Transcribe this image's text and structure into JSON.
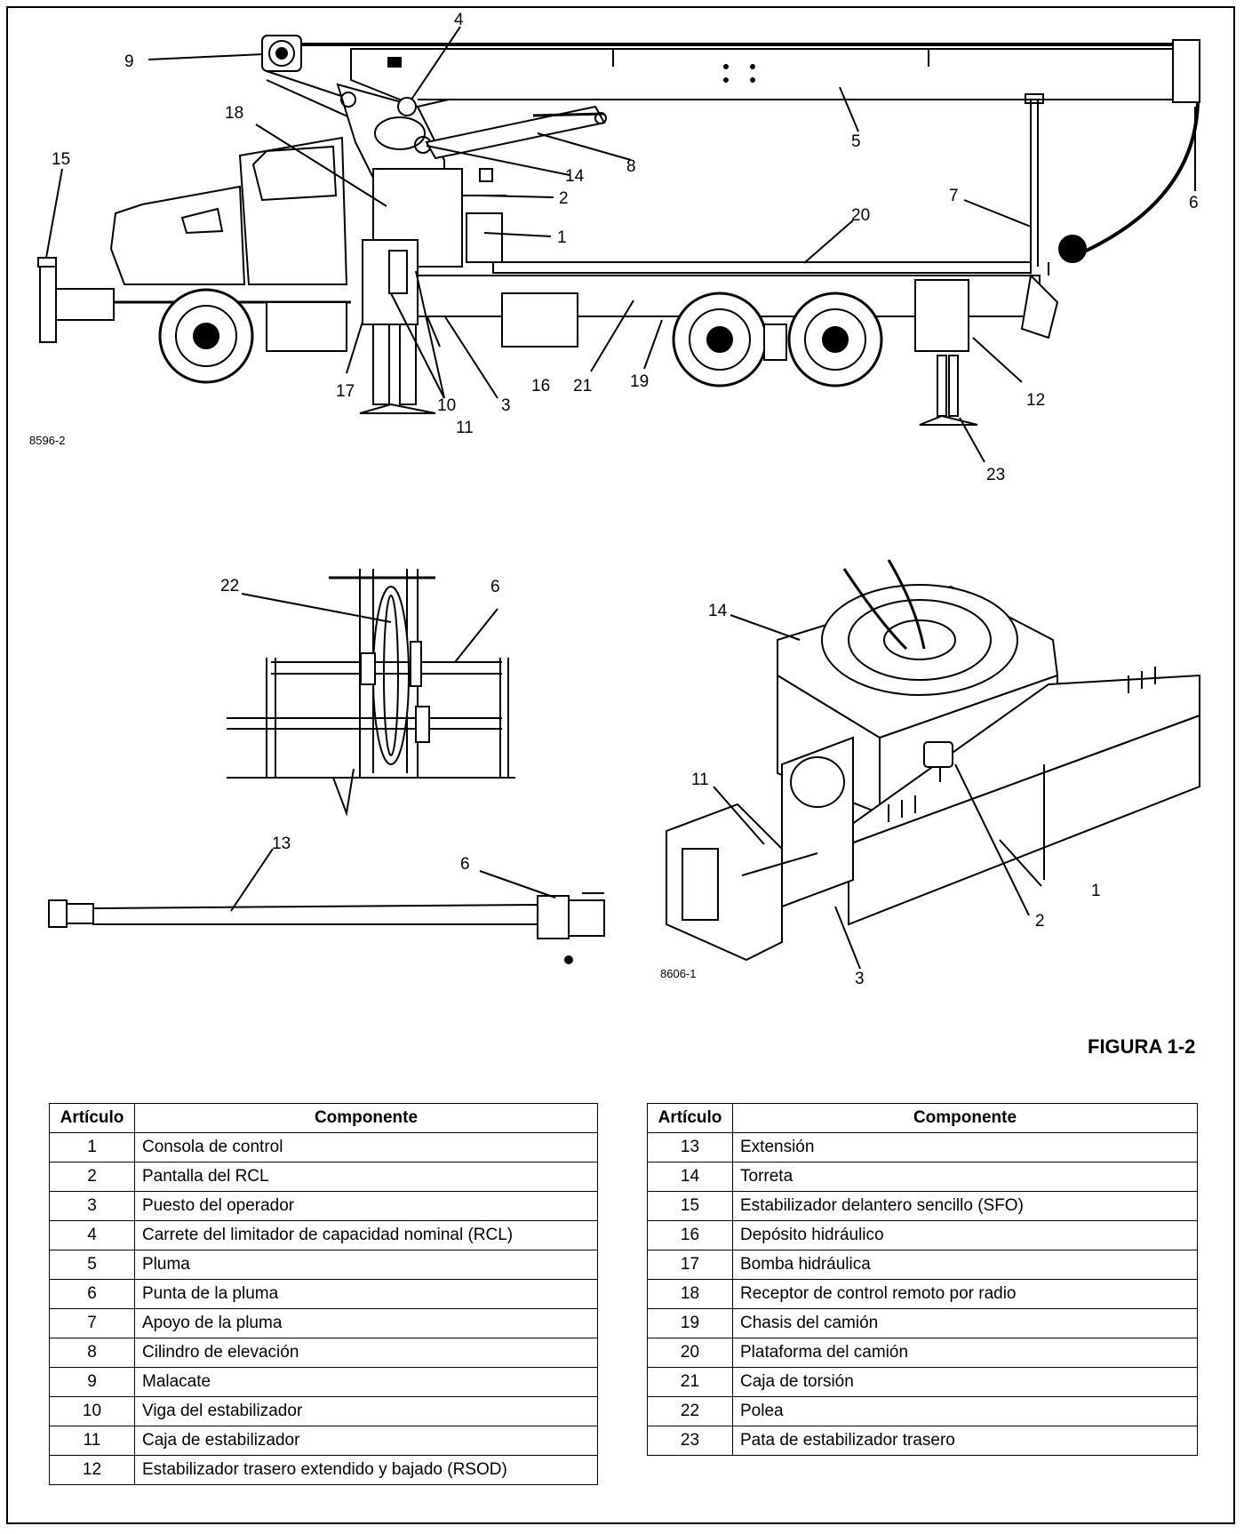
{
  "figure": {
    "title": "FIGURA 1-2",
    "drawing_id_top": "8596-2",
    "drawing_id_bottom": "8606-1"
  },
  "callouts": {
    "c1": "1",
    "c2": "2",
    "c3": "3",
    "c4": "4",
    "c5": "5",
    "c6": "6",
    "c7": "7",
    "c8": "8",
    "c9": "9",
    "c10": "10",
    "c11": "11",
    "c12": "12",
    "c13": "13",
    "c14": "14",
    "c15": "15",
    "c16": "16",
    "c17": "17",
    "c18": "18",
    "c19": "19",
    "c20": "20",
    "c21": "21",
    "c22": "22",
    "c23": "23"
  },
  "legend": {
    "header_item": "Artículo",
    "header_component": "Componente",
    "left": [
      {
        "item": "1",
        "component": "Consola de control"
      },
      {
        "item": "2",
        "component": "Pantalla del RCL"
      },
      {
        "item": "3",
        "component": "Puesto del operador"
      },
      {
        "item": "4",
        "component": "Carrete del limitador de capacidad nominal (RCL)"
      },
      {
        "item": "5",
        "component": "Pluma"
      },
      {
        "item": "6",
        "component": "Punta de la pluma"
      },
      {
        "item": "7",
        "component": "Apoyo de la pluma"
      },
      {
        "item": "8",
        "component": "Cilindro de elevación"
      },
      {
        "item": "9",
        "component": "Malacate"
      },
      {
        "item": "10",
        "component": "Viga del estabilizador"
      },
      {
        "item": "11",
        "component": "Caja de estabilizador"
      },
      {
        "item": "12",
        "component": "Estabilizador trasero extendido y bajado (RSOD)"
      }
    ],
    "right": [
      {
        "item": "13",
        "component": "Extensión"
      },
      {
        "item": "14",
        "component": "Torreta"
      },
      {
        "item": "15",
        "component": "Estabilizador delantero sencillo (SFO)"
      },
      {
        "item": "16",
        "component": "Depósito hidráulico"
      },
      {
        "item": "17",
        "component": "Bomba hidráulica"
      },
      {
        "item": "18",
        "component": "Receptor de control remoto por radio"
      },
      {
        "item": "19",
        "component": "Chasis del camión"
      },
      {
        "item": "20",
        "component": "Plataforma del camión"
      },
      {
        "item": "21",
        "component": "Caja de torsión"
      },
      {
        "item": "22",
        "component": "Polea"
      },
      {
        "item": "23",
        "component": "Pata de estabilizador trasero"
      }
    ]
  }
}
